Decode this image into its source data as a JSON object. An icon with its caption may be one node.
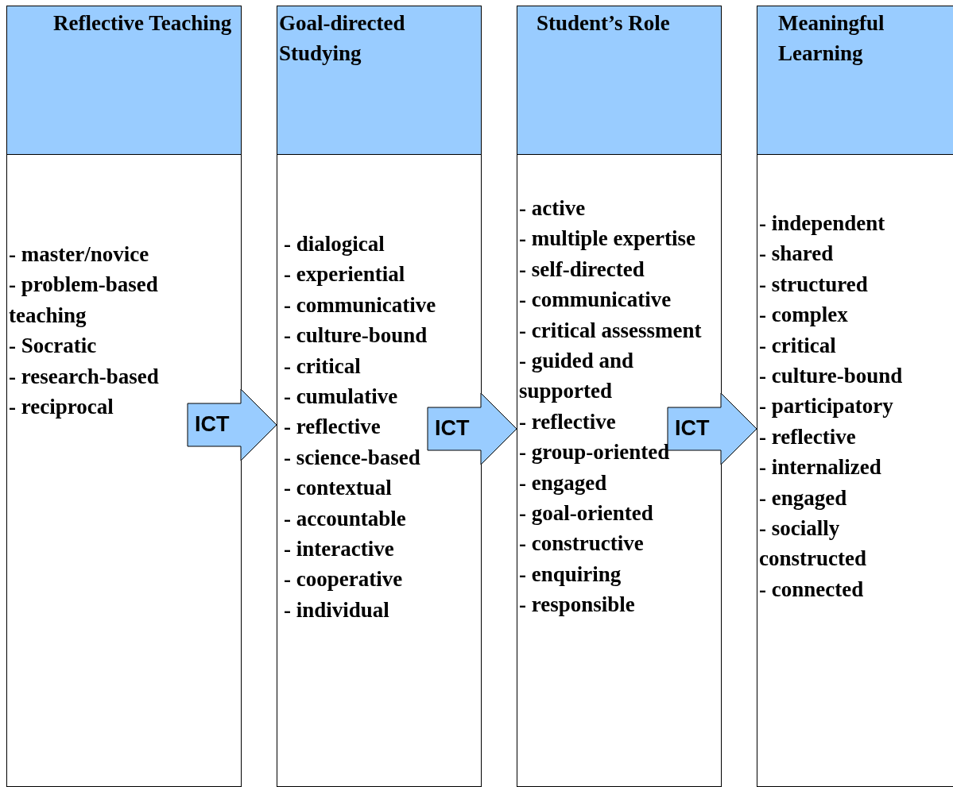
{
  "diagram": {
    "nodes": [
      {
        "text": [
          "Reflective Teaching"
        ]
      },
      {
        "text": [
          "- master/novice",
          "- problem-based teaching",
          "- Socratic",
          "- research-based",
          "- reciprocal"
        ]
      },
      {
        "text": [
          "Goal-directed Studying"
        ]
      },
      {
        "text": [
          "- dialogical",
          "- experiential",
          "- communicative",
          "- culture-bound",
          "- critical",
          "- cumulative",
          "- reflective",
          "- science-based",
          "- contextual",
          "- accountable",
          "- interactive",
          "- cooperative",
          "- individual"
        ]
      },
      {
        "text": [
          "Student’s Role"
        ]
      },
      {
        "text": [
          "- active",
          "- multiple expertise",
          "- self-directed",
          "- communicative",
          "- critical assessment",
          "- guided and supported",
          "- reflective",
          "- group-oriented",
          "- engaged",
          "- goal-oriented",
          "- constructive",
          "- enquiring",
          "- responsible"
        ]
      },
      {
        "text": [
          "Meaningful Learning"
        ]
      },
      {
        "text": [
          "- independent",
          "- shared",
          "- structured",
          "- complex",
          "- critical",
          "- culture-bound",
          "- participatory",
          "- reflective",
          "- internalized",
          "- engaged",
          "- socially constructed",
          "- connected"
        ]
      }
    ],
    "edges": [
      {
        "from": 1,
        "to": 3,
        "arrow": "to",
        "label": "ICT",
        "style": "thick"
      },
      {
        "from": 3,
        "to": 5,
        "arrow": "to",
        "label": "ICT",
        "style": "thick"
      },
      {
        "from": 5,
        "to": 7,
        "arrow": "to",
        "label": "ICT",
        "style": "thick"
      }
    ]
  }
}
